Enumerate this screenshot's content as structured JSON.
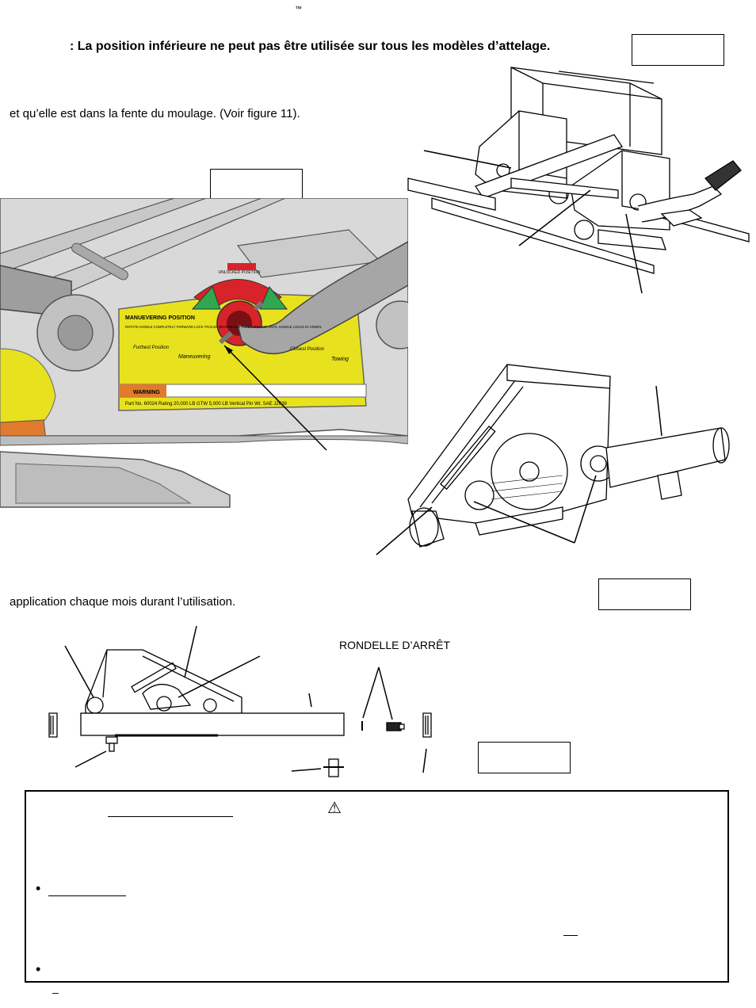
{
  "header": {
    "trademark": "™"
  },
  "note": {
    "text": ": La position inférieure ne peut pas être utilisée sur tous les modèles d’attelage."
  },
  "body": {
    "line1": "et qu’elle est dans la fente du moulage. (Voir figure 11).",
    "line2": "application chaque mois durant l’utilisation."
  },
  "decal": {
    "unlocked": "UNLOCKED POSITION",
    "maneuvering_title": "MANUEVERING POSITION",
    "instructions": "ROTATE HANDLE COMPLETELY FORWARD LOCK TRAILER BRAKES AND PULL FORWARD UNTIL HANDLE LOCKS IN GREEN.",
    "fullest_position": "Furthest Position",
    "maneuvering": "Maneuvering",
    "closest_position": "Closest Position",
    "towing": "Towing",
    "warning": "WARNING",
    "rating_line": "Part No. 60024    Rating 20,000 LB GTW    5,000 LB Vertical Pin Wt.    SAE J2638"
  },
  "labels": {
    "lock_washer": "RONDELLE D’ARRÊT"
  },
  "warning_box": {
    "symbol": "⚠",
    "bullet": "•",
    "dash": "–"
  },
  "colors": {
    "decal_yellow": "#e8e21e",
    "decal_red": "#d8232a",
    "decal_green": "#2fa84f",
    "metal_gray": "#bdbdbd",
    "orange": "#e07a2c"
  }
}
